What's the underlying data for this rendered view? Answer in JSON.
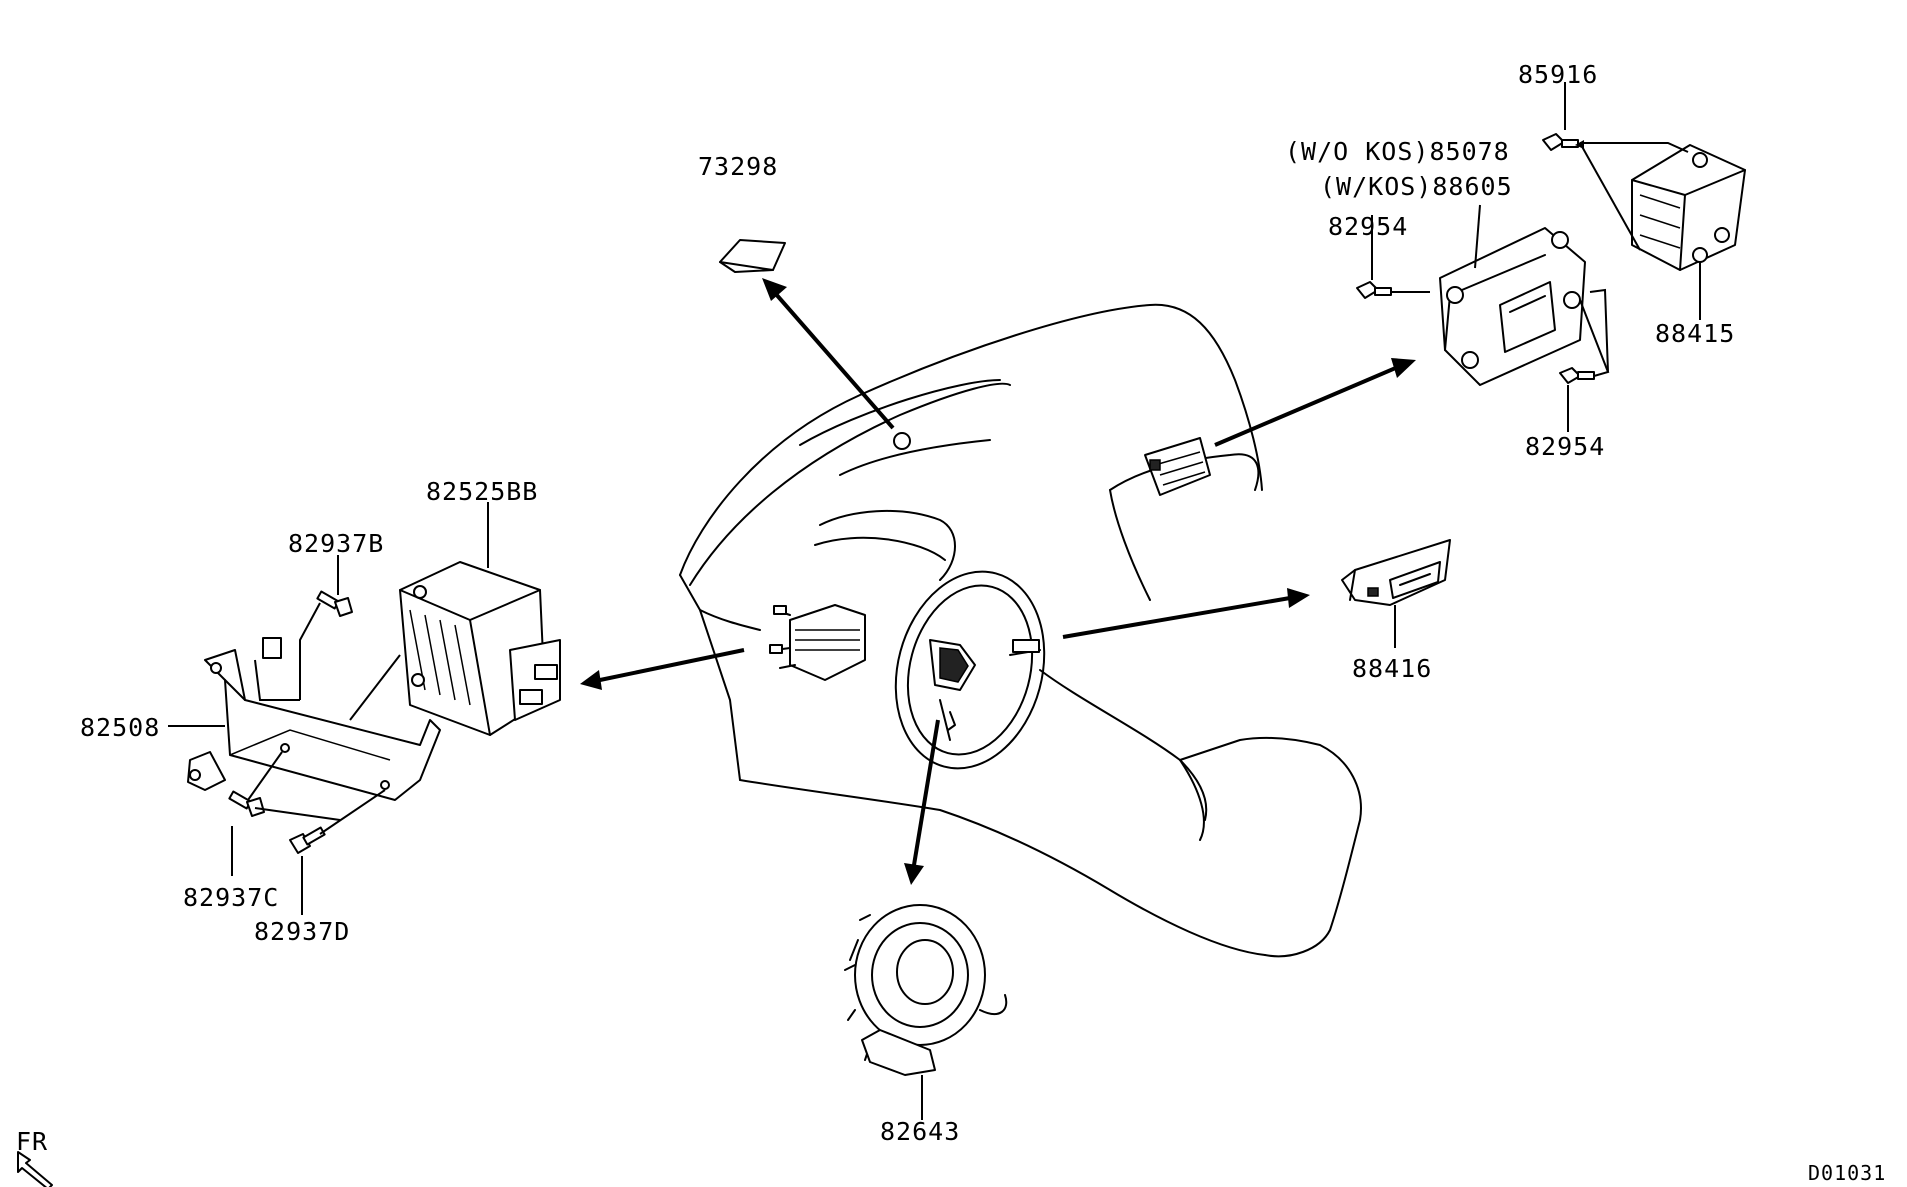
{
  "parts": {
    "p73298": "73298",
    "p85916": "85916",
    "p85078": "(W/O KOS)85078",
    "p88605": "(W/KOS)88605",
    "p82954_top": "82954",
    "p82954_bot": "82954",
    "p88415": "88415",
    "p82525BB": "82525BB",
    "p82937B": "82937B",
    "p82508": "82508",
    "p82937C": "82937C",
    "p82937D": "82937D",
    "p88416": "88416",
    "p82643": "82643"
  },
  "direction": {
    "label": "FR",
    "icon": "front-direction-arrow-icon"
  },
  "drawing_id": "D01031"
}
